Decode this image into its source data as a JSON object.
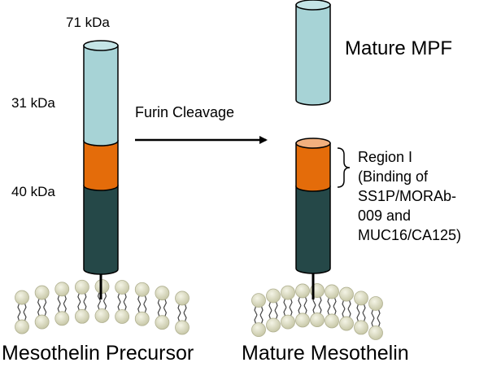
{
  "labels": {
    "kda_71": "71 kDa",
    "kda_31": "31 kDa",
    "kda_40": "40 kDa",
    "furin": "Furin Cleavage",
    "mature_mpf": "Mature MPF",
    "region_title": "Region I",
    "region_line2": "(Binding of",
    "region_line3": "SS1P/MORAb-",
    "region_line4": "009 and",
    "region_line5": "MUC16/CA125)",
    "caption_left": "Mesothelin Precursor",
    "caption_right": "Mature Mesothelin"
  },
  "colors": {
    "mpf": "#a7d3d6",
    "mpf_top": "#c4e4e6",
    "region": "#e46c0a",
    "region_top": "#f2b07e",
    "membrane_domain": "#254848",
    "lipid_head": "#dedec6",
    "outline": "#000000"
  }
}
